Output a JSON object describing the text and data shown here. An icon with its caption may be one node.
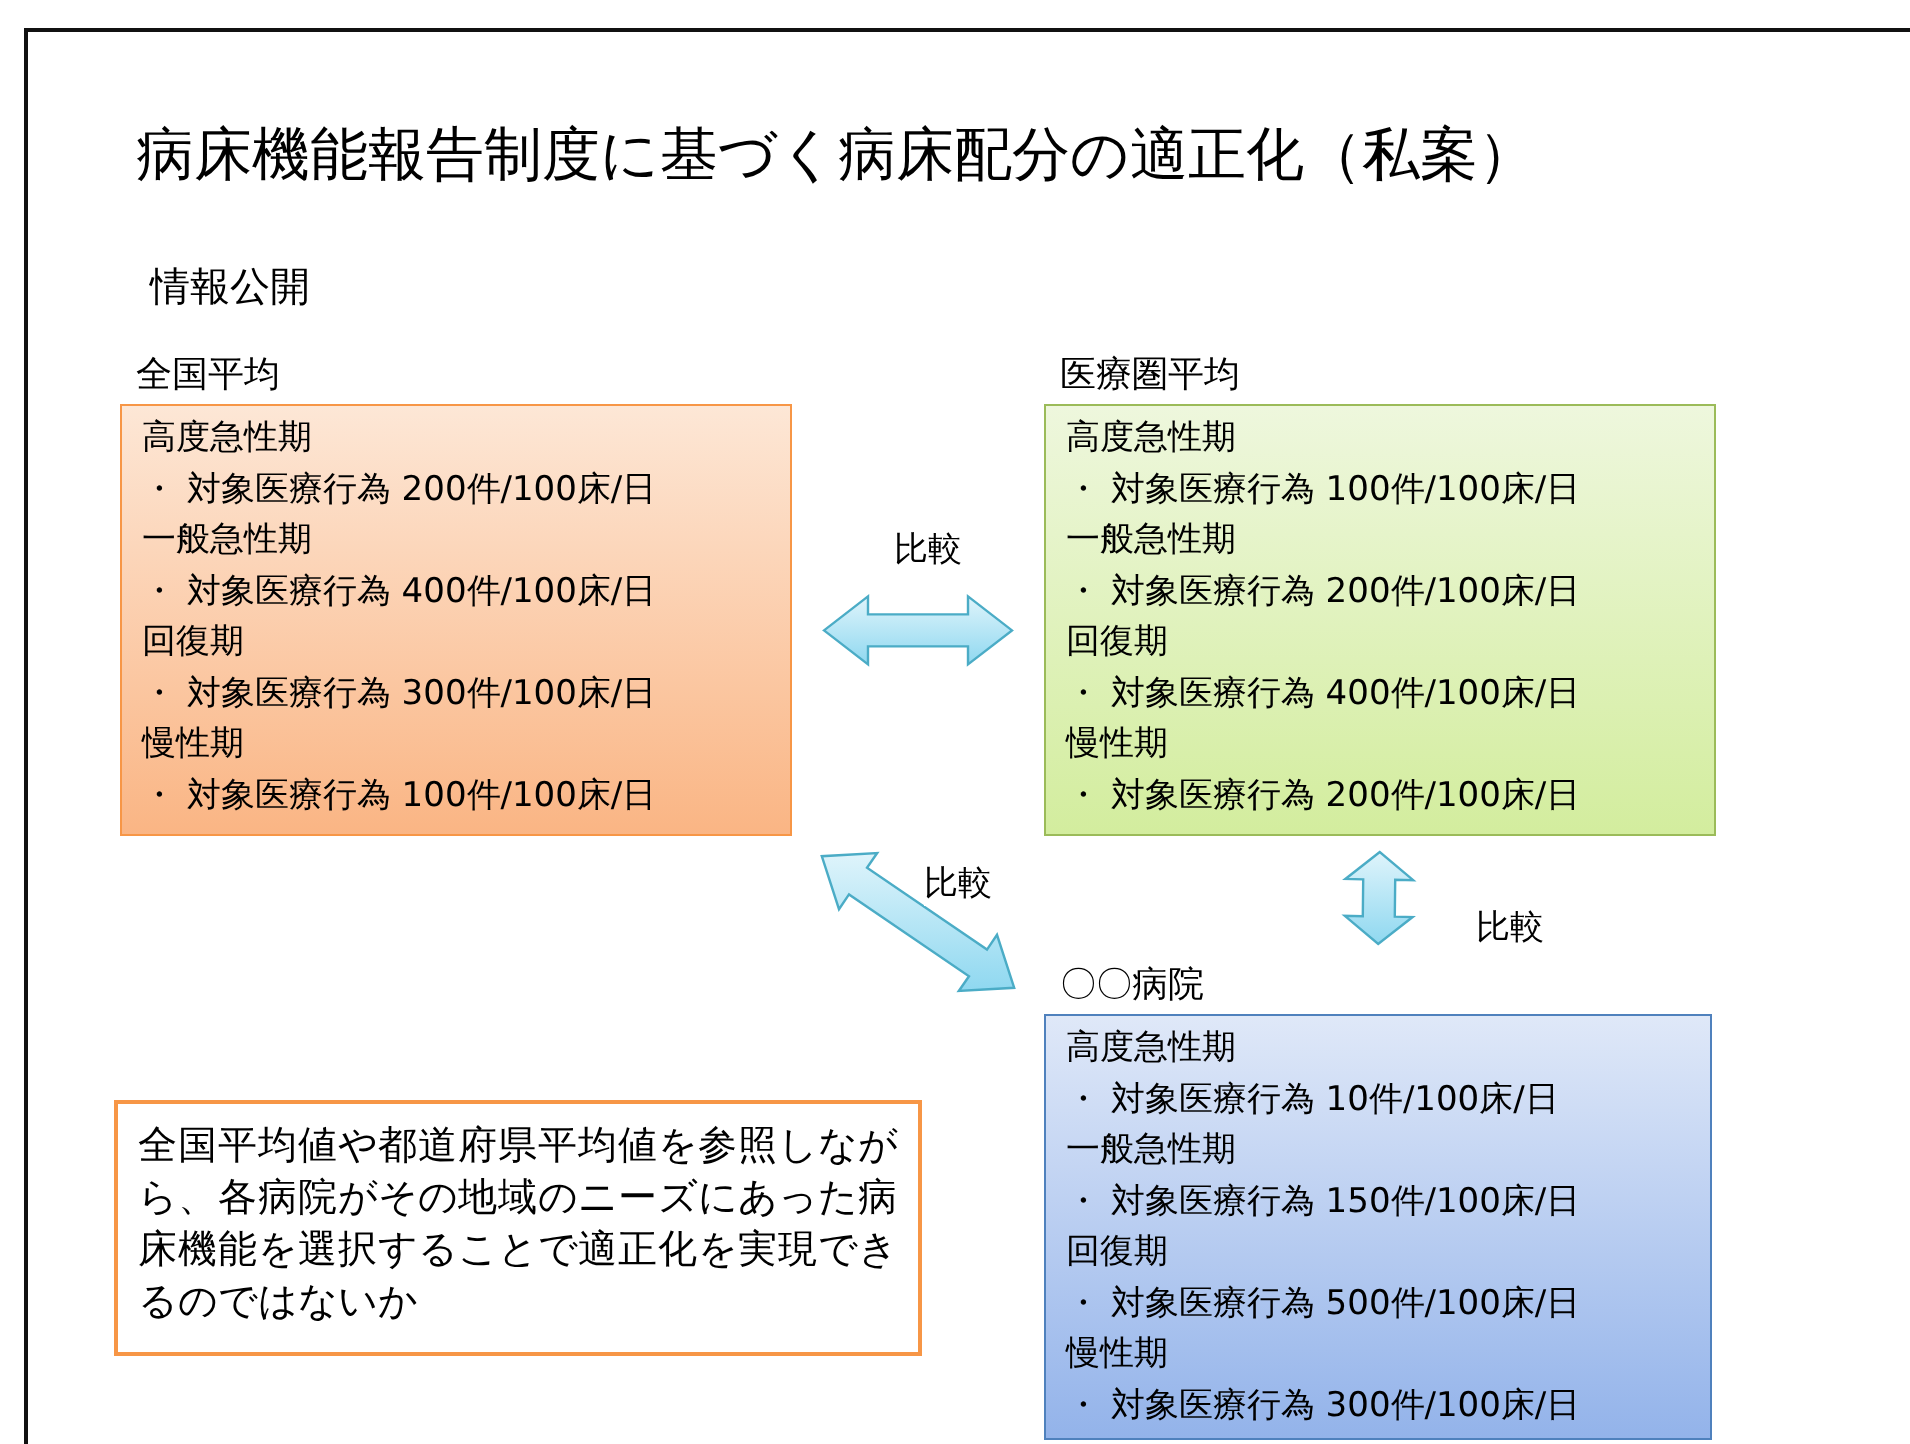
{
  "diagram": {
    "title": "病床機能報告制度に基づく病床配分の適正化（私案）",
    "nodes": [
      {
        "text": [
          "全国平均",
          "高度急性期",
          "・ 対象医療行為 200件/100床/日",
          "一般急性期",
          "・ 対象医療行為 400件/100床/日",
          "回復期",
          "・ 対象医療行為 300件/100床/日",
          "慢性期",
          "・ 対象医療行為 100件/100床/日"
        ]
      },
      {
        "text": [
          "医療圏平均",
          "高度急性期",
          "・ 対象医療行為 100件/100床/日",
          "一般急性期",
          "・ 対象医療行為 200件/100床/日",
          "回復期",
          "・ 対象医療行為 400件/100床/日",
          "慢性期",
          "・ 対象医療行為 200件/100床/日"
        ]
      },
      {
        "text": [
          "〇〇病院",
          "高度急性期",
          "・ 対象医療行為 10件/100床/日",
          "一般急性期",
          "・ 対象医療行為 150件/100床/日",
          "回復期",
          "・ 対象医療行為 500件/100床/日",
          "慢性期",
          "・ 対象医療行為 300件/100床/日"
        ]
      },
      {
        "text": [
          "全国平均値や都道府県平均値を参照しながら、各病院がその地域のニーズにあった病床機能を選択することで適正化を実現できるのではないか"
        ]
      }
    ],
    "edges": [
      {
        "from": 0,
        "to": 1,
        "arrow": "both",
        "label": "比較"
      },
      {
        "from": 0,
        "to": 2,
        "arrow": "both",
        "label": "比較"
      },
      {
        "from": 1,
        "to": 2,
        "arrow": "both",
        "label": "比較"
      }
    ],
    "labels": [
      "情報公開"
    ]
  }
}
